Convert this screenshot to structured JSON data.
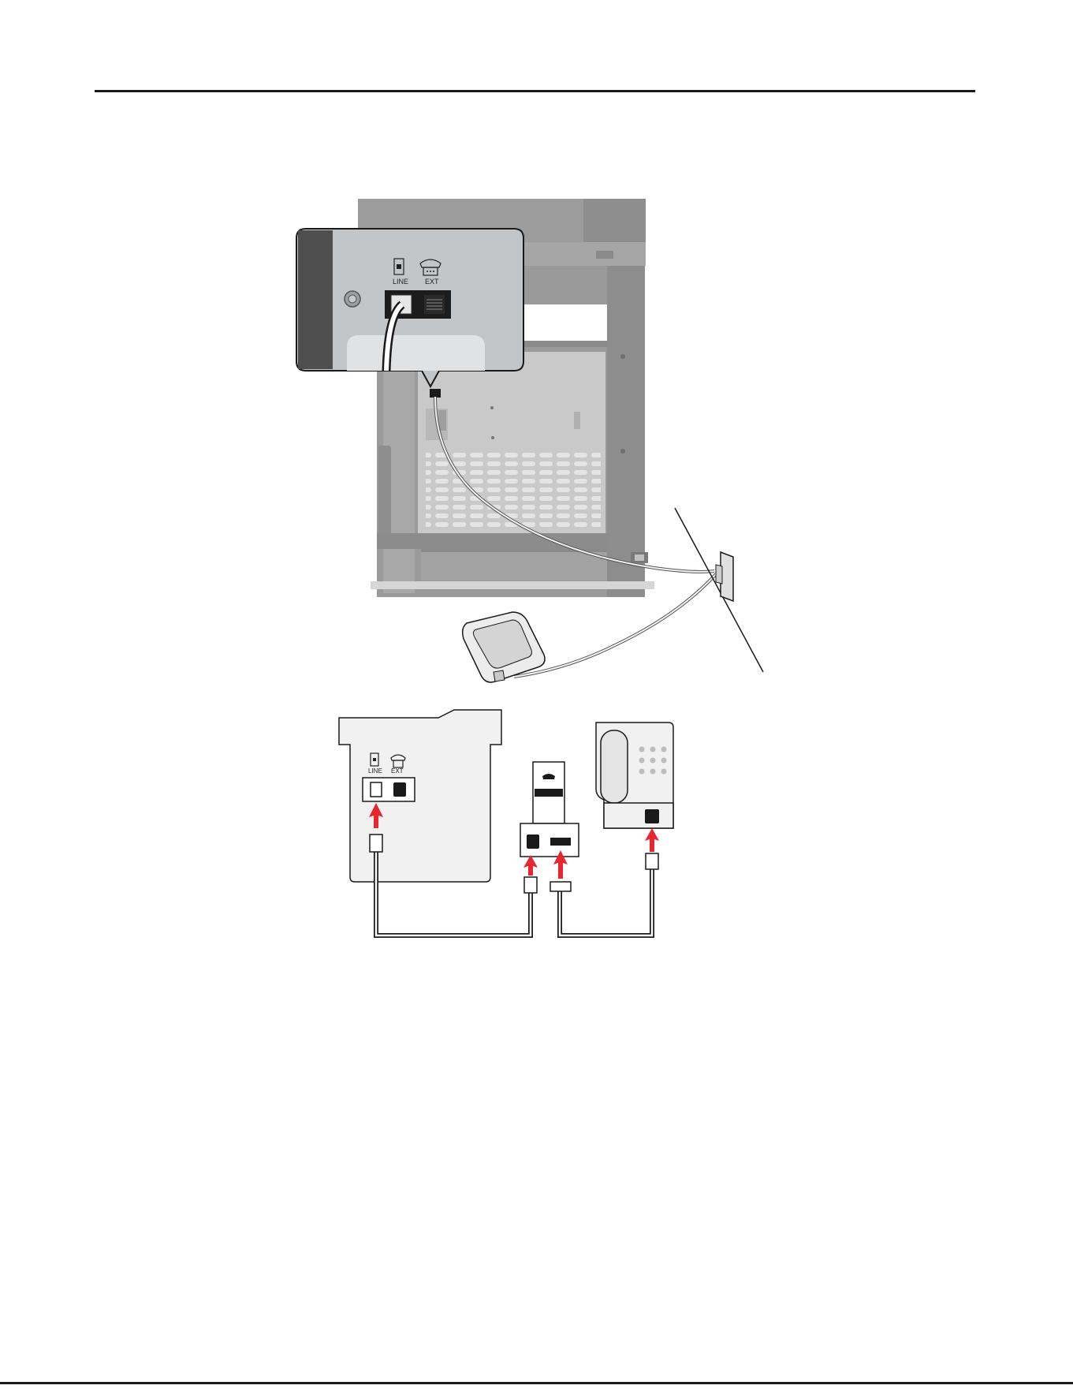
{
  "callout": {
    "line_label": "LINE",
    "ext_label": "EXT"
  },
  "schematic": {
    "line_label": "LINE",
    "ext_label": "EXT"
  },
  "colors": {
    "arrow": "#e8262f",
    "printer_body": "#9a9a9a",
    "panel": "#f1f1f1"
  },
  "icons": [
    "phone-jack-icon",
    "telephone-icon",
    "screw-icon",
    "arrow-up-icon"
  ]
}
